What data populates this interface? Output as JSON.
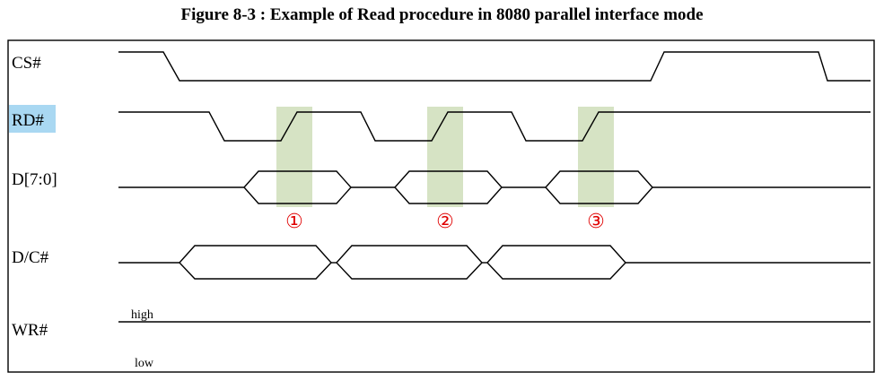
{
  "title": "Figure 8-3 : Example of Read procedure in 8080 parallel interface mode",
  "signals": {
    "cs": "CS#",
    "rd": "RD#",
    "d": "D[7:0]",
    "dc": "D/C#",
    "wr": "WR#"
  },
  "wr_levels": {
    "high": "high",
    "low": "low"
  },
  "markers": [
    "①",
    "②",
    "③"
  ],
  "colors": {
    "highlight": "#d6e3c4",
    "rd_label_bg": "#a9d8f2",
    "marker": "#e00000"
  }
}
